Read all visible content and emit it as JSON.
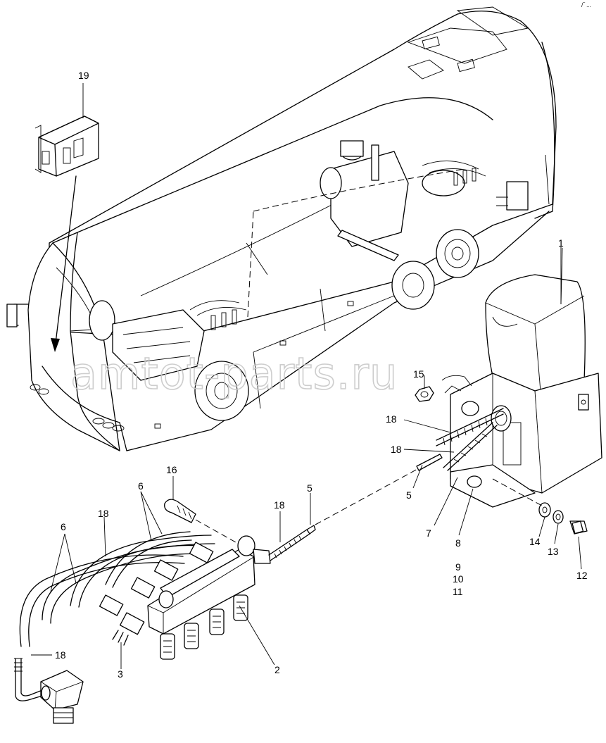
{
  "watermark": "amtot-parts.ru",
  "corner_mark": "/‾ ...",
  "callouts": [
    {
      "id": "c-19",
      "text": "19"
    },
    {
      "id": "c-1",
      "text": "1"
    },
    {
      "id": "c-15",
      "text": "15"
    },
    {
      "id": "c-18a",
      "text": "18"
    },
    {
      "id": "c-18b",
      "text": "18"
    },
    {
      "id": "c-5a",
      "text": "5"
    },
    {
      "id": "c-7",
      "text": "7"
    },
    {
      "id": "c-8",
      "text": "8"
    },
    {
      "id": "c-9",
      "text": "9"
    },
    {
      "id": "c-10",
      "text": "10"
    },
    {
      "id": "c-11",
      "text": "11"
    },
    {
      "id": "c-14",
      "text": "14"
    },
    {
      "id": "c-13",
      "text": "13"
    },
    {
      "id": "c-12",
      "text": "12"
    },
    {
      "id": "c-16",
      "text": "16"
    },
    {
      "id": "c-6a",
      "text": "6"
    },
    {
      "id": "c-18c",
      "text": "18"
    },
    {
      "id": "c-5b",
      "text": "5"
    },
    {
      "id": "c-6b",
      "text": "6"
    },
    {
      "id": "c-18d",
      "text": "18"
    },
    {
      "id": "c-18e",
      "text": "18"
    },
    {
      "id": "c-3",
      "text": "3"
    },
    {
      "id": "c-2",
      "text": "2"
    }
  ]
}
